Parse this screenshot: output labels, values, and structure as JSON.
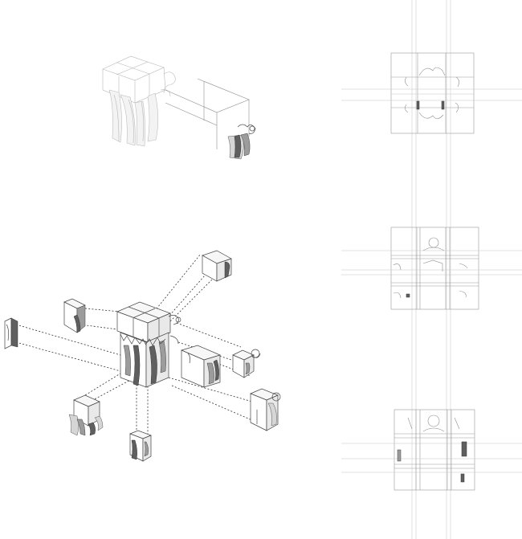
{
  "figure": {
    "views": [
      {
        "id": "assembled-axonometric",
        "kind": "axonometric"
      },
      {
        "id": "exploded-axonometric",
        "kind": "exploded axonometric"
      },
      {
        "id": "plan-top",
        "kind": "plan"
      },
      {
        "id": "plan-middle",
        "kind": "plan"
      },
      {
        "id": "plan-bottom",
        "kind": "plan"
      }
    ],
    "colors": {
      "background": "#ffffff",
      "construction_line": "#9a9a9a",
      "edge": "#444444",
      "dark_shade": "#5f5f5f"
    }
  }
}
